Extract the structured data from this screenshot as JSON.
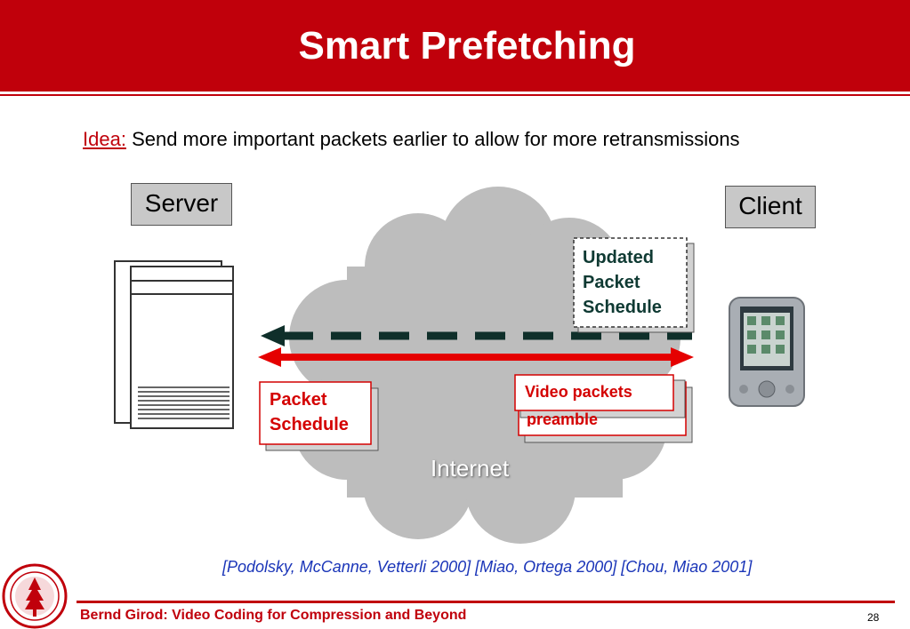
{
  "slide": {
    "title": "Smart Prefetching",
    "idea_label": "Idea:",
    "idea_text": "Send more important packets earlier to allow for more retransmissions"
  },
  "diagram": {
    "server_label": "Server",
    "client_label": "Client",
    "cloud_label": "Internet",
    "updated_schedule": [
      "Updated",
      "Packet",
      "Schedule"
    ],
    "packet_schedule": [
      "Packet",
      "Schedule"
    ],
    "video_packets": "Video packets",
    "preamble": "preamble"
  },
  "citation": "[Podolsky, McCanne, Vetterli 2000] [Miao, Ortega 2000] [Chou, Miao 2001]",
  "footer": {
    "author_title": "Bernd Girod: Video Coding for Compression and Beyond",
    "page_number": "28"
  },
  "colors": {
    "accent_red": "#c0000b",
    "cloud_gray": "#bdbdbd",
    "citation_blue": "#1a35b8",
    "dark_green": "#0f2f2a"
  }
}
